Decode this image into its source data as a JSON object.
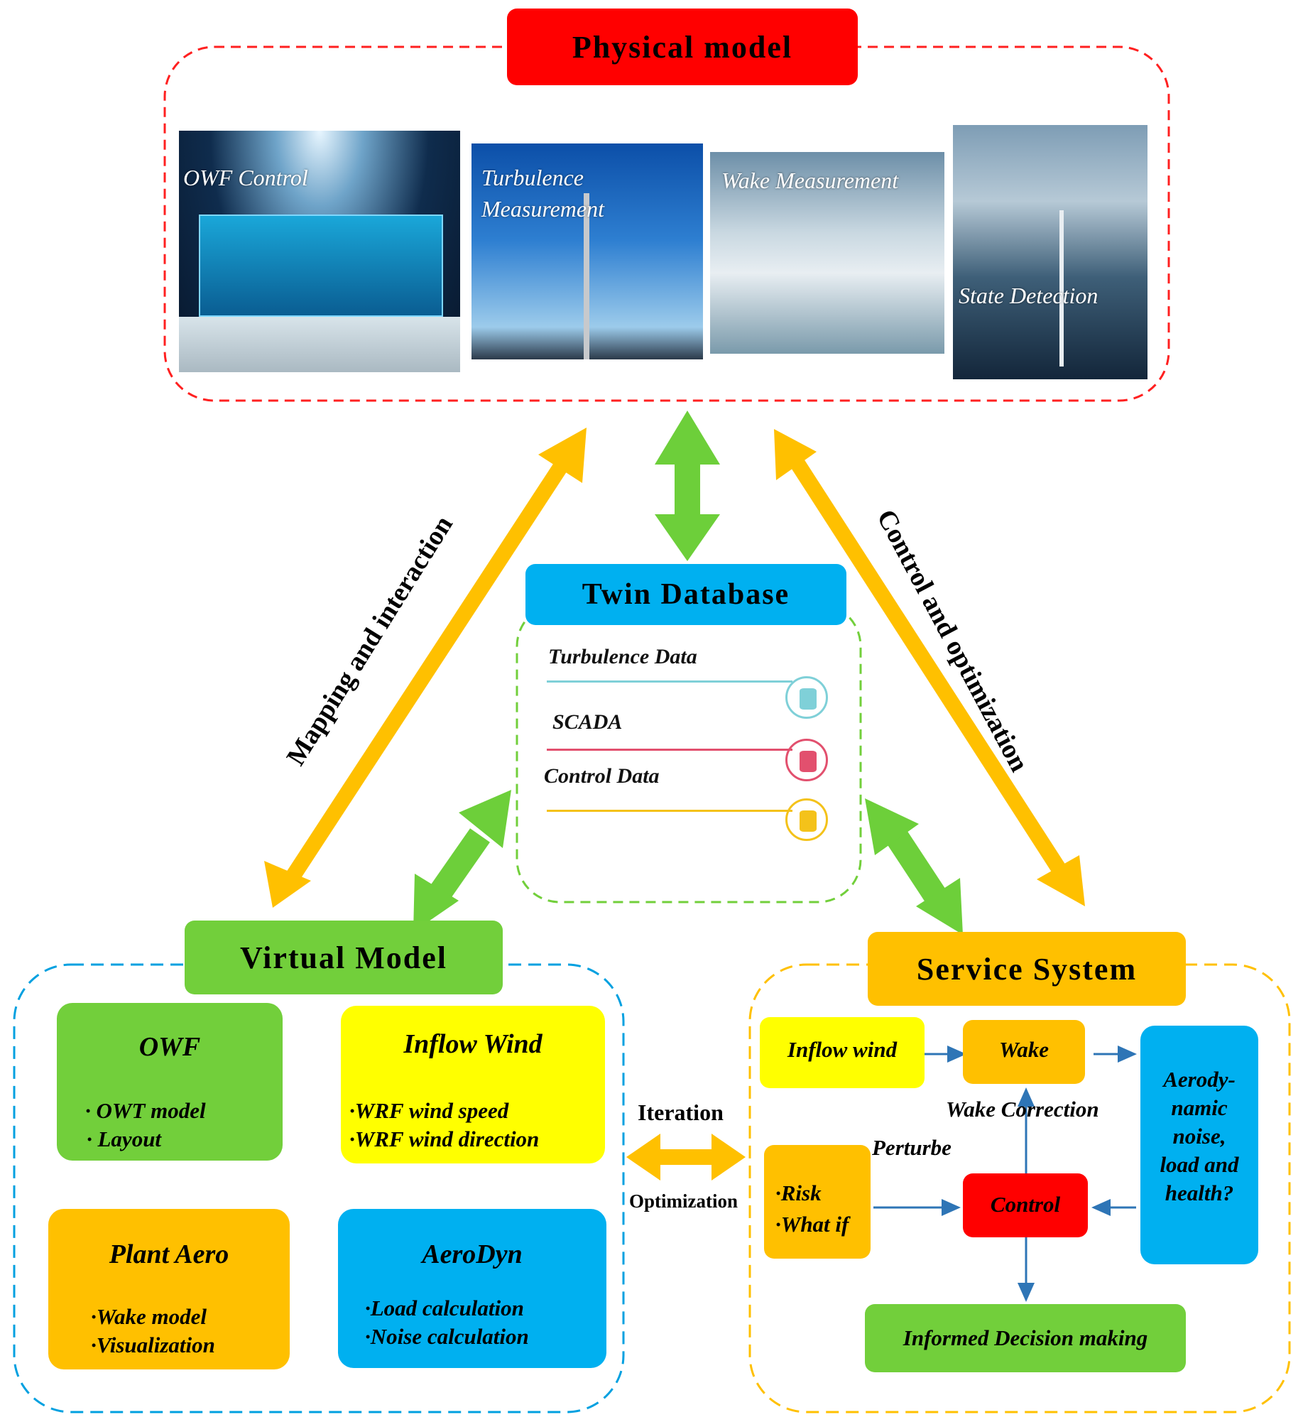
{
  "physical_model": {
    "title": "Physical model",
    "photos": [
      {
        "caption": "OWF Control"
      },
      {
        "caption_1": "Turbulence",
        "caption_2": "Measurement"
      },
      {
        "caption": "Wake Measurement"
      },
      {
        "caption": "State Detection"
      }
    ]
  },
  "twin_database": {
    "title": "Twin Database",
    "items": [
      {
        "label": "Turbulence Data",
        "color": "#7fd0d8"
      },
      {
        "label": "SCADA",
        "color": "#e2506e"
      },
      {
        "label": "Control Data",
        "color": "#f4c21a"
      }
    ]
  },
  "edge_labels": {
    "left": "Mapping and interaction",
    "right": "Control and optimization",
    "iteration": "Iteration",
    "optimization": "Optimization"
  },
  "virtual_model": {
    "title": "Virtual Model",
    "owf": {
      "title": "OWF",
      "line1": "· OWT model",
      "line2": "·  Layout"
    },
    "inflow": {
      "title": "Inflow Wind",
      "line1": "·WRF wind speed",
      "line2": "·WRF wind direction"
    },
    "plant": {
      "title": "Plant Aero",
      "line1": "·Wake model",
      "line2": "·Visualization"
    },
    "aerodyn": {
      "title": "AeroDyn",
      "line1": "·Load calculation",
      "line2": "·Noise calculation"
    }
  },
  "service_system": {
    "title": "Service System",
    "inflow_wind": "Inflow wind",
    "wake": "Wake",
    "wake_correction": "Wake Correction",
    "perturbe": "Perturbe",
    "risk": "·Risk",
    "what_if": "·What if",
    "control": "Control",
    "aero_1": "Aerody-",
    "aero_2": "namic",
    "aero_3": "noise,",
    "aero_4": "load and",
    "aero_5": "health?",
    "decision": "Informed Decision making"
  },
  "colors": {
    "red": "#ff0000",
    "green": "#72cf3b",
    "cyan": "#00b0f0",
    "yellow": "#ffff00",
    "orange": "#ffc000",
    "arrow_orange": "#ffc000",
    "arrow_green": "#6dcf3a",
    "flow_blue": "#2e75b6"
  }
}
